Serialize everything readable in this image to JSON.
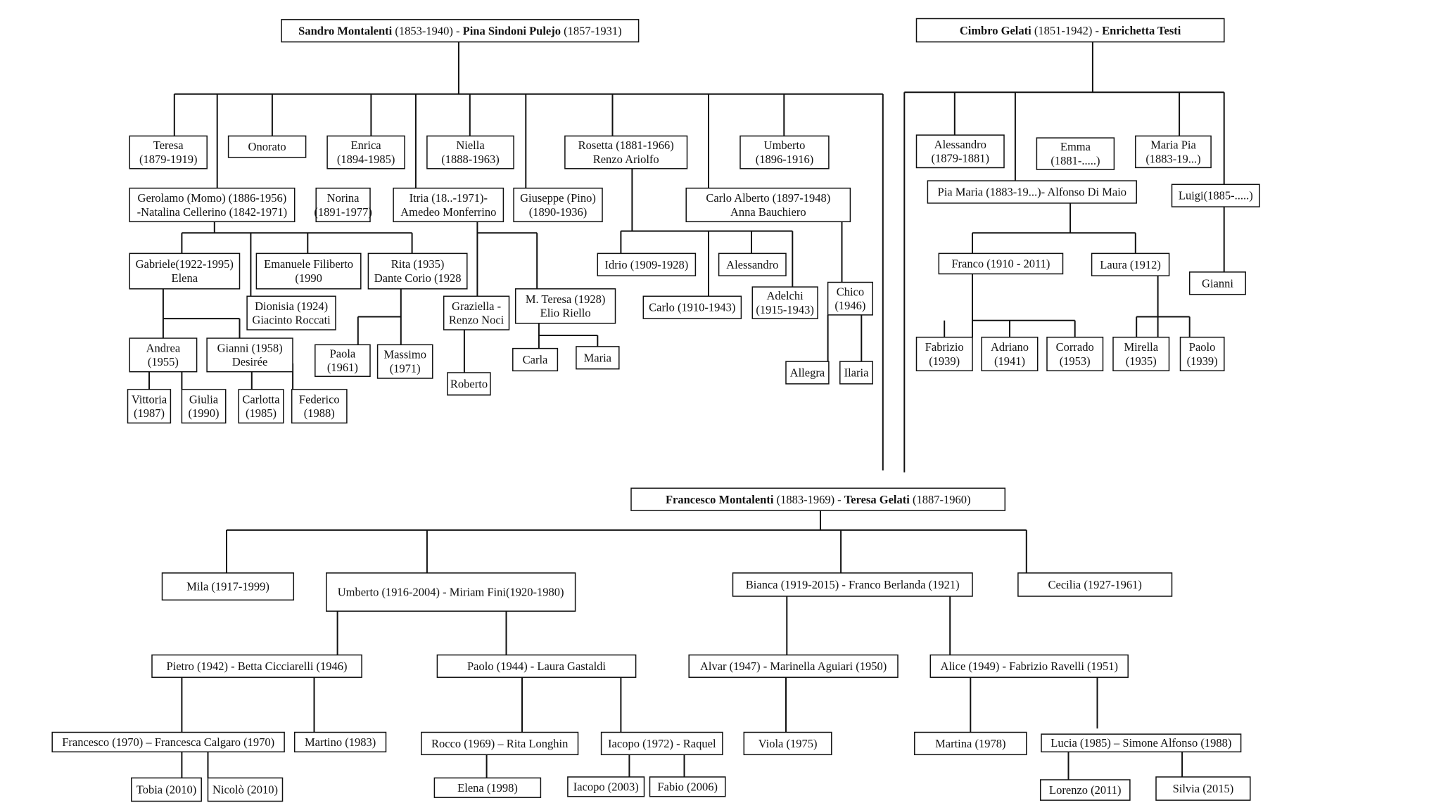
{
  "diagram": {
    "nodes": [
      {
        "id": "sandro",
        "lines": [
          [
            {
              "t": "Sandro Montalenti",
              "b": true
            },
            {
              "t": " (1853-1940) - "
            },
            {
              "t": "Pina Sindoni Pulejo",
              "b": true
            },
            {
              "t": " (1857-1931)"
            }
          ]
        ]
      },
      {
        "id": "cimbro",
        "lines": [
          [
            {
              "t": "Cimbro Gelati",
              "b": true
            },
            {
              "t": " (1851-1942) - "
            },
            {
              "t": "Enrichetta Testi",
              "b": true
            }
          ]
        ]
      },
      {
        "id": "teresa-1879",
        "lines": [
          "Teresa",
          "(1879-1919)"
        ]
      },
      {
        "id": "onorato",
        "lines": [
          "Onorato"
        ]
      },
      {
        "id": "enrica",
        "lines": [
          "Enrica",
          "(1894-1985)"
        ]
      },
      {
        "id": "niella",
        "lines": [
          "Niella",
          "(1888-1963)"
        ]
      },
      {
        "id": "rosetta",
        "lines": [
          "Rosetta (1881-1966)",
          "Renzo Ariolfo"
        ]
      },
      {
        "id": "umberto-1896",
        "lines": [
          "Umberto",
          "(1896-1916)"
        ]
      },
      {
        "id": "gerolamo",
        "lines": [
          "Gerolamo (Momo) (1886-1956)",
          "-Natalina Cellerino (1842-1971)"
        ]
      },
      {
        "id": "norina",
        "lines": [
          "Norina",
          "(1891-1977)"
        ]
      },
      {
        "id": "itria",
        "lines": [
          "Itria (18..-1971)-",
          "Amedeo Monferrino"
        ]
      },
      {
        "id": "giuseppe",
        "lines": [
          "Giuseppe (Pino)",
          "(1890-1936)"
        ]
      },
      {
        "id": "carlo-alberto",
        "lines": [
          "Carlo Alberto (1897-1948)",
          "Anna Bauchiero"
        ]
      },
      {
        "id": "gabriele",
        "lines": [
          "Gabriele(1922-1995)",
          "Elena"
        ]
      },
      {
        "id": "emanuele",
        "lines": [
          "Emanuele Filiberto",
          "(1990"
        ]
      },
      {
        "id": "rita",
        "lines": [
          "Rita (1935)",
          "Dante Corio (1928"
        ]
      },
      {
        "id": "dionisia",
        "lines": [
          "Dionisia (1924)",
          "Giacinto Roccati"
        ]
      },
      {
        "id": "graziella",
        "lines": [
          "Graziella -",
          "Renzo Noci"
        ]
      },
      {
        "id": "mteresa",
        "lines": [
          "M. Teresa (1928)",
          "Elio Riello"
        ]
      },
      {
        "id": "idrio",
        "lines": [
          "Idrio (1909-1928)"
        ]
      },
      {
        "id": "alessandro-a",
        "lines": [
          "Alessandro"
        ]
      },
      {
        "id": "carlo-1910",
        "lines": [
          "Carlo (1910-1943)"
        ]
      },
      {
        "id": "adelchi",
        "lines": [
          "Adelchi",
          "(1915-1943)"
        ]
      },
      {
        "id": "chico",
        "lines": [
          "Chico",
          "(1946)"
        ]
      },
      {
        "id": "andrea",
        "lines": [
          "Andrea",
          "(1955)"
        ]
      },
      {
        "id": "gianni-1958",
        "lines": [
          "Gianni (1958)",
          "Desirée"
        ]
      },
      {
        "id": "paola-1961",
        "lines": [
          "Paola",
          "(1961)"
        ]
      },
      {
        "id": "massimo",
        "lines": [
          "Massimo",
          "(1971)"
        ]
      },
      {
        "id": "roberto",
        "lines": [
          "Roberto"
        ]
      },
      {
        "id": "carla",
        "lines": [
          "Carla"
        ]
      },
      {
        "id": "maria",
        "lines": [
          "Maria"
        ]
      },
      {
        "id": "allegra",
        "lines": [
          "Allegra"
        ]
      },
      {
        "id": "ilaria",
        "lines": [
          "Ilaria"
        ]
      },
      {
        "id": "vittoria",
        "lines": [
          "Vittoria",
          "(1987)"
        ]
      },
      {
        "id": "giulia",
        "lines": [
          "Giulia",
          "(1990)"
        ]
      },
      {
        "id": "carlotta",
        "lines": [
          "Carlotta",
          "(1985)"
        ]
      },
      {
        "id": "federico",
        "lines": [
          "Federico",
          "(1988)"
        ]
      },
      {
        "id": "alessandro-g",
        "lines": [
          "Alessandro",
          "(1879-1881)"
        ]
      },
      {
        "id": "emma",
        "lines": [
          "Emma",
          "(1881-.....)"
        ]
      },
      {
        "id": "maria-pia",
        "lines": [
          "Maria Pia",
          "(1883-19...)"
        ]
      },
      {
        "id": "pia-maria",
        "lines": [
          "Pia Maria (1883-19...)- Alfonso Di Maio"
        ]
      },
      {
        "id": "luigi",
        "lines": [
          "Luigi(1885-.....)"
        ]
      },
      {
        "id": "franco-1910",
        "lines": [
          "Franco (1910 - 2011)"
        ]
      },
      {
        "id": "laura-1912",
        "lines": [
          "Laura (1912)"
        ]
      },
      {
        "id": "gianni-g",
        "lines": [
          "Gianni"
        ]
      },
      {
        "id": "fabrizio-1939",
        "lines": [
          "Fabrizio",
          "(1939)"
        ]
      },
      {
        "id": "adriano",
        "lines": [
          "Adriano",
          "(1941)"
        ]
      },
      {
        "id": "corrado",
        "lines": [
          "Corrado",
          "(1953)"
        ]
      },
      {
        "id": "mirella",
        "lines": [
          "Mirella",
          "(1935)"
        ]
      },
      {
        "id": "paolo-1939",
        "lines": [
          "Paolo",
          "(1939)"
        ]
      },
      {
        "id": "francesco-teresa",
        "lines": [
          [
            {
              "t": "Francesco Montalenti",
              "b": true
            },
            {
              "t": " (1883-1969) - "
            },
            {
              "t": "Teresa Gelati",
              "b": true
            },
            {
              "t": " (1887-1960)"
            }
          ]
        ]
      },
      {
        "id": "mila",
        "lines": [
          "Mila (1917-1999)"
        ]
      },
      {
        "id": "umberto-1916",
        "lines": [
          "Umberto (1916-2004) - Miriam Fini(1920-1980)"
        ]
      },
      {
        "id": "bianca",
        "lines": [
          "Bianca (1919-2015) - Franco Berlanda (1921)"
        ]
      },
      {
        "id": "cecilia",
        "lines": [
          "Cecilia (1927-1961)"
        ]
      },
      {
        "id": "pietro",
        "lines": [
          "Pietro (1942) - Betta Cicciarelli (1946)"
        ]
      },
      {
        "id": "paolo-1944",
        "lines": [
          "Paolo (1944) - Laura Gastaldi"
        ]
      },
      {
        "id": "alvar",
        "lines": [
          "Alvar (1947) - Marinella Aguiari (1950)"
        ]
      },
      {
        "id": "alice",
        "lines": [
          "Alice (1949) - Fabrizio Ravelli (1951)"
        ]
      },
      {
        "id": "francesco-1970",
        "lines": [
          "Francesco (1970) – Francesca Calgaro (1970)"
        ]
      },
      {
        "id": "martino",
        "lines": [
          "Martino (1983)"
        ]
      },
      {
        "id": "rocco",
        "lines": [
          "Rocco (1969) – Rita Longhin"
        ]
      },
      {
        "id": "iacopo-1972",
        "lines": [
          "Iacopo (1972) - Raquel"
        ]
      },
      {
        "id": "viola",
        "lines": [
          "Viola (1975)"
        ]
      },
      {
        "id": "martina",
        "lines": [
          "Martina (1978)"
        ]
      },
      {
        "id": "lucia",
        "lines": [
          "Lucia (1985) – Simone  Alfonso (1988)"
        ]
      },
      {
        "id": "tobia",
        "lines": [
          "Tobia (2010)"
        ]
      },
      {
        "id": "nicolo",
        "lines": [
          "Nicolò (2010)"
        ]
      },
      {
        "id": "elena-1998",
        "lines": [
          "Elena (1998)"
        ]
      },
      {
        "id": "iacopo-2003",
        "lines": [
          "Iacopo (2003)"
        ]
      },
      {
        "id": "fabio",
        "lines": [
          "Fabio (2006)"
        ]
      },
      {
        "id": "lorenzo",
        "lines": [
          "Lorenzo (2011)"
        ]
      },
      {
        "id": "silvia",
        "lines": [
          "Silvia (2015)"
        ]
      }
    ]
  }
}
